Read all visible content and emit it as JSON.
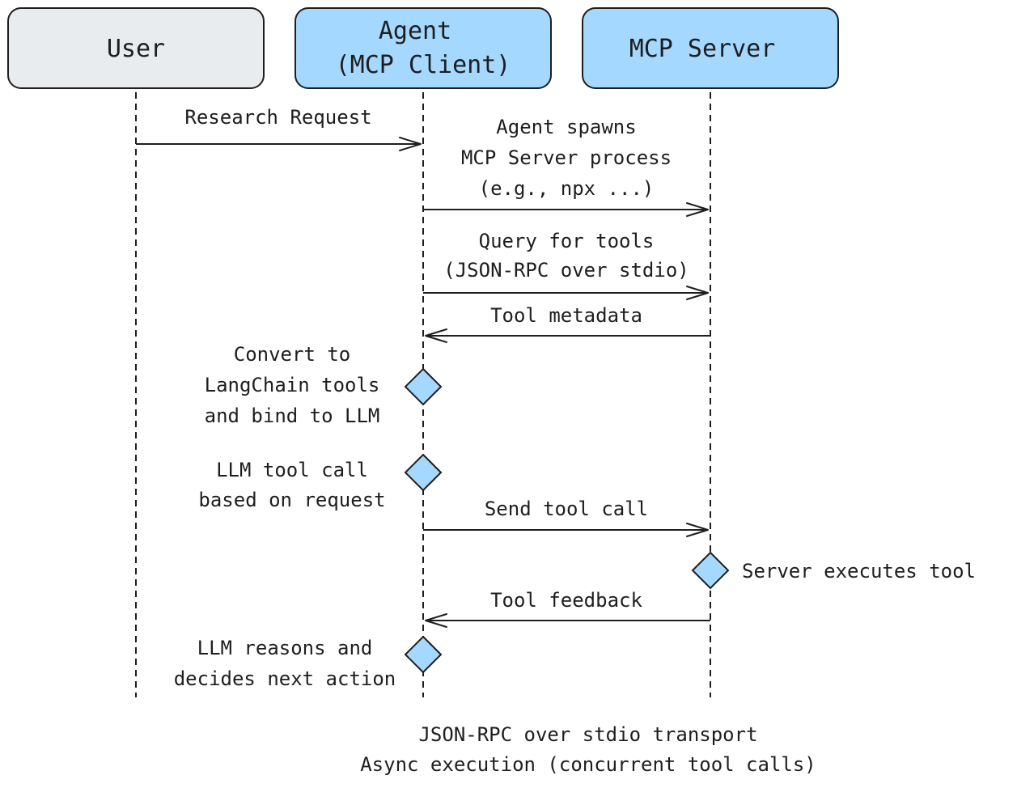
{
  "actors": {
    "user": "User",
    "agent_line1": "Agent",
    "agent_line2": "(MCP Client)",
    "server": "MCP Server"
  },
  "messages": {
    "research_request": "Research Request",
    "spawn_line1": "Agent spawns",
    "spawn_line2": "MCP Server process",
    "spawn_line3": "(e.g., npx ...)",
    "query_line1": "Query for tools",
    "query_line2": "(JSON-RPC over stdio)",
    "tool_metadata": "Tool metadata",
    "send_tool_call": "Send tool call",
    "tool_feedback": "Tool feedback"
  },
  "notes": {
    "convert_line1": "Convert to",
    "convert_line2": "LangChain tools",
    "convert_line3": "and bind to LLM",
    "llm_call_line1": "LLM tool call",
    "llm_call_line2": "based on request",
    "server_exec": "Server executes tool",
    "reason_line1": "LLM reasons and",
    "reason_line2": "decides next action"
  },
  "footer": {
    "line1": "JSON-RPC over stdio transport",
    "line2": "Async execution (concurrent tool calls)"
  },
  "colors": {
    "user_box": "#e9ecef",
    "agent_box": "#a5d8ff",
    "server_box": "#a5d8ff",
    "diamond": "#a5d8ff",
    "stroke": "#1e1e1e"
  }
}
